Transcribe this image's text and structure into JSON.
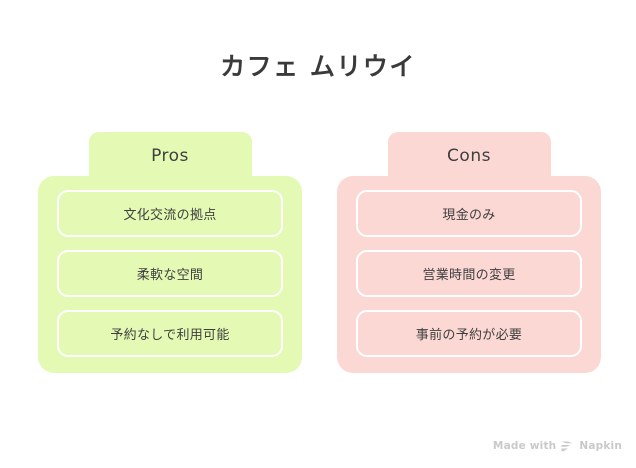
{
  "title": "カフェ ムリウイ",
  "columns": [
    {
      "tab_label": "Pros",
      "accent": "#e4fab4",
      "items": [
        {
          "label": "文化交流の拠点"
        },
        {
          "label": "柔軟な空間"
        },
        {
          "label": "予約なしで利用可能"
        }
      ]
    },
    {
      "tab_label": "Cons",
      "accent": "#fcd8d4",
      "items": [
        {
          "label": "現金のみ"
        },
        {
          "label": "営業時間の変更"
        },
        {
          "label": "事前の予約が必要"
        }
      ]
    }
  ],
  "watermark": {
    "text_before": "Made with",
    "brand": "Napkin",
    "logo_icon": "napkin-chevrons-icon"
  }
}
